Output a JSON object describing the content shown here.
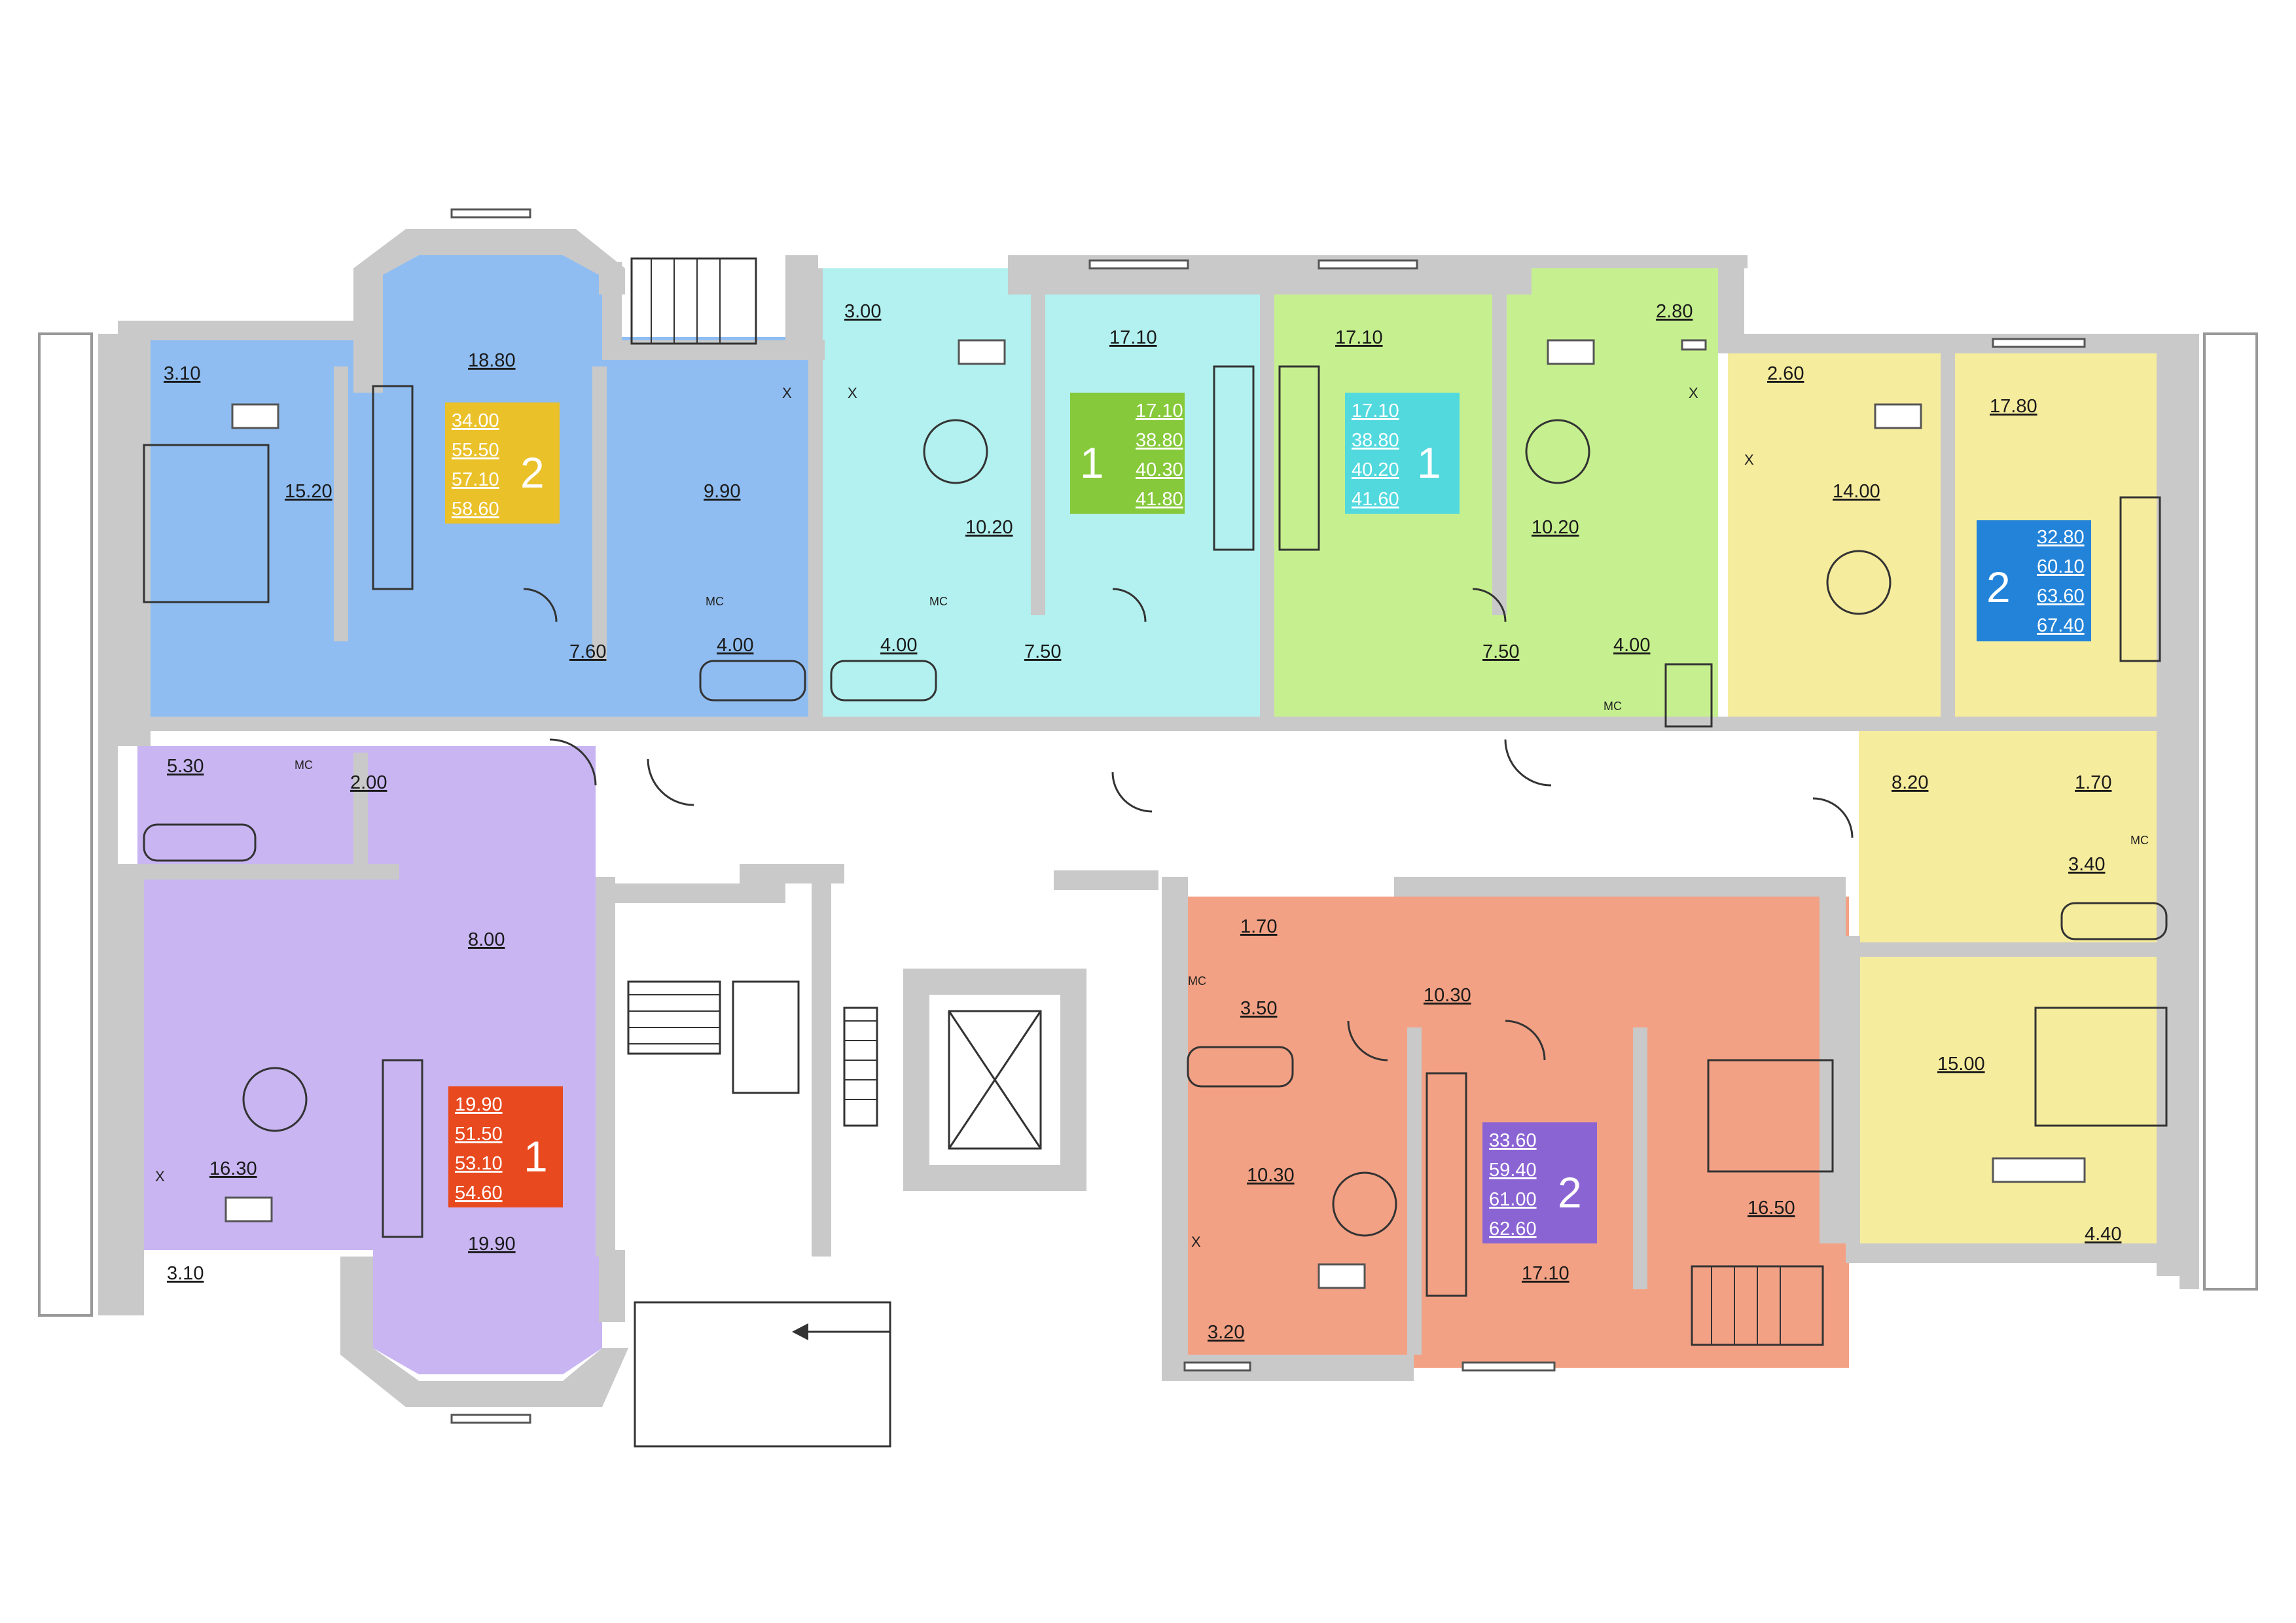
{
  "colors": {
    "apt_blue": "#8fbdf1",
    "apt_cyan": "#b2f1ef",
    "apt_green": "#c6f08f",
    "apt_yellow": "#f6ec9d",
    "apt_purple": "#c8b5f2",
    "apt_orange": "#f3a184",
    "wall": "#c9c9c9",
    "badge_blue_yellow": "#ebc12a",
    "badge_cyan_green": "#86c93a",
    "badge_green_cyan": "#52d9de",
    "badge_yellow_blue": "#2283d9",
    "badge_purple_red": "#e8491e",
    "badge_orange_violet": "#8b64d4"
  },
  "apartments": [
    {
      "id": "apt-blue",
      "rooms": "2",
      "badge_color": "#ebc12a",
      "areas": [
        "34.00",
        "55.50",
        "57.10",
        "58.60"
      ]
    },
    {
      "id": "apt-cyan",
      "rooms": "1",
      "badge_color": "#86c93a",
      "areas": [
        "17.10",
        "38.80",
        "40.30",
        "41.80"
      ]
    },
    {
      "id": "apt-green",
      "rooms": "1",
      "badge_color": "#52d9de",
      "areas": [
        "17.10",
        "38.80",
        "40.20",
        "41.60"
      ]
    },
    {
      "id": "apt-yellow",
      "rooms": "2",
      "badge_color": "#2283d9",
      "areas": [
        "32.80",
        "60.10",
        "63.60",
        "67.40"
      ]
    },
    {
      "id": "apt-purple",
      "rooms": "1",
      "badge_color": "#e8491e",
      "areas": [
        "19.90",
        "51.50",
        "53.10",
        "54.60"
      ]
    },
    {
      "id": "apt-orange",
      "rooms": "2",
      "badge_color": "#8b64d4",
      "areas": [
        "33.60",
        "59.40",
        "61.00",
        "62.60"
      ]
    }
  ],
  "room_areas": {
    "blue": [
      "3.10",
      "18.80",
      "15.20",
      "9.90",
      "7.60",
      "4.00"
    ],
    "cyan": [
      "3.00",
      "17.10",
      "10.20",
      "4.00",
      "7.50"
    ],
    "green": [
      "17.10",
      "2.80",
      "10.20",
      "7.50",
      "4.00"
    ],
    "yellow": [
      "2.60",
      "14.00",
      "17.80",
      "8.20",
      "1.70",
      "3.40",
      "15.00",
      "4.40"
    ],
    "purple": [
      "5.30",
      "2.00",
      "8.00",
      "16.30",
      "3.10",
      "19.90"
    ],
    "orange": [
      "1.70",
      "3.50",
      "10.30",
      "10.30",
      "3.20",
      "17.10",
      "16.50"
    ]
  },
  "fixture_labels": {
    "toilet": "МС",
    "stove": "X"
  }
}
